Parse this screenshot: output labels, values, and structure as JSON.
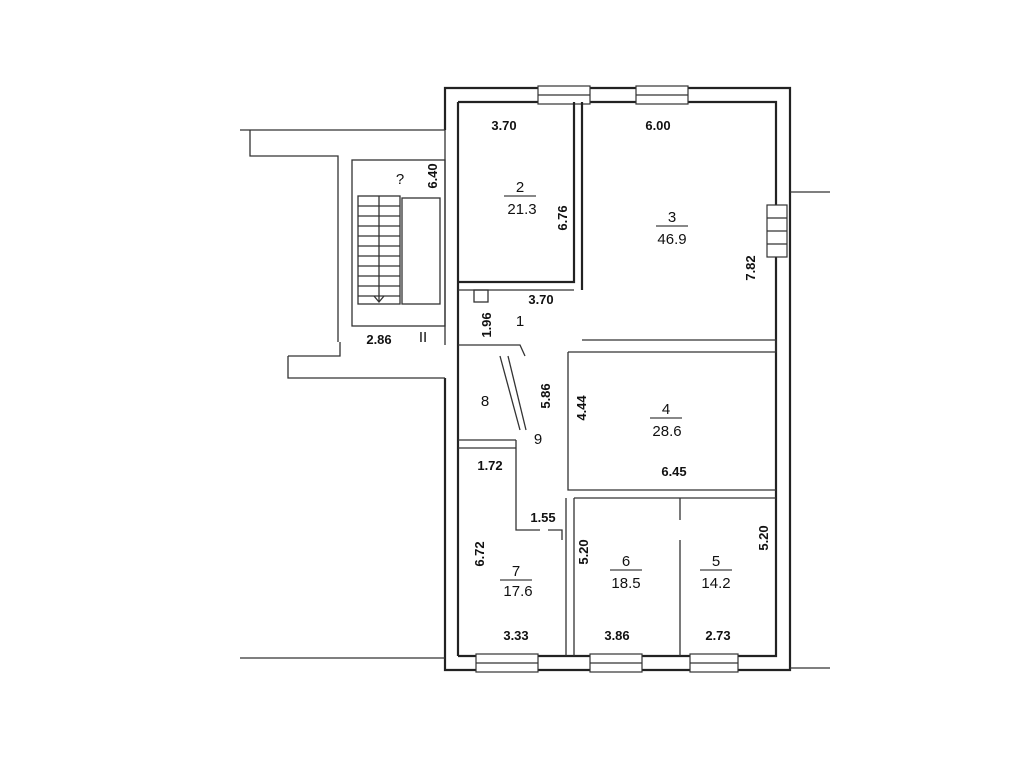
{
  "rooms": [
    {
      "no": "1",
      "area": ""
    },
    {
      "no": "2",
      "area": "21.3"
    },
    {
      "no": "3",
      "area": "46.9"
    },
    {
      "no": "4",
      "area": "28.6"
    },
    {
      "no": "5",
      "area": "14.2"
    },
    {
      "no": "6",
      "area": "18.5"
    },
    {
      "no": "7",
      "area": "17.6"
    },
    {
      "no": "8",
      "area": ""
    },
    {
      "no": "9",
      "area": ""
    }
  ],
  "stair": {
    "mark": "?",
    "label": "II"
  },
  "dimensions": {
    "room2_width": "3.70",
    "room3_width": "6.00",
    "room2_height": "6.76",
    "room3_height": "7.82",
    "corridor_width": "3.70",
    "corridor_height": "1.96",
    "stair_height": "6.40",
    "landing_width": "2.86",
    "passage_height": "5.86",
    "room4_height": "4.44",
    "room4_width": "6.45",
    "room8_width": "1.72",
    "passage_width": "1.55",
    "room7_height": "6.72",
    "room7_width": "3.33",
    "room6_height": "5.20",
    "room6_width": "3.86",
    "room5_height": "5.20",
    "room5_width": "2.73"
  }
}
